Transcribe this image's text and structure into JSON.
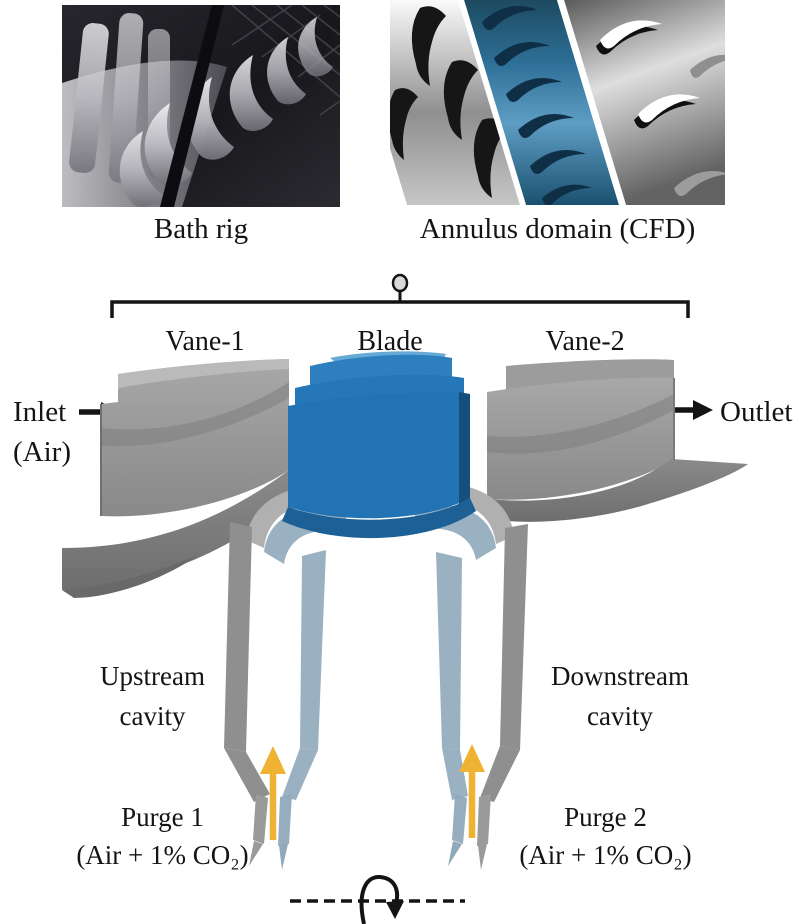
{
  "colors": {
    "blade_blue": "#2173b4",
    "blade_blue_dark": "#174f7c",
    "blade_platform": "#1c6096",
    "cavity_blue": "#8fa9ba",
    "vane_gray": "#979797",
    "vane_gray_dark": "#787878",
    "arch_gray": "#b0b0b0",
    "purge_yellow": "#f0b232",
    "ink": "#141414",
    "cfd_blue_mid": "#5e9dc3"
  },
  "top_row": {
    "bath_rig_caption": "Bath rig",
    "cfd_caption": "Annulus domain (CFD)"
  },
  "schematic": {
    "vane1_label": "Vane-1",
    "blade_label": "Blade",
    "vane2_label": "Vane-2",
    "inlet_label": "Inlet",
    "inlet_sub": "(Air)",
    "outlet_label": "Outlet",
    "upstream_cavity": [
      "Upstream",
      "cavity"
    ],
    "downstream_cavity": [
      "Downstream",
      "cavity"
    ],
    "purge1_label": "Purge 1",
    "purge1_gas": "(Air + 1% CO₂)",
    "purge2_label": "Purge 2",
    "purge2_gas": "(Air + 1% CO₂)"
  }
}
